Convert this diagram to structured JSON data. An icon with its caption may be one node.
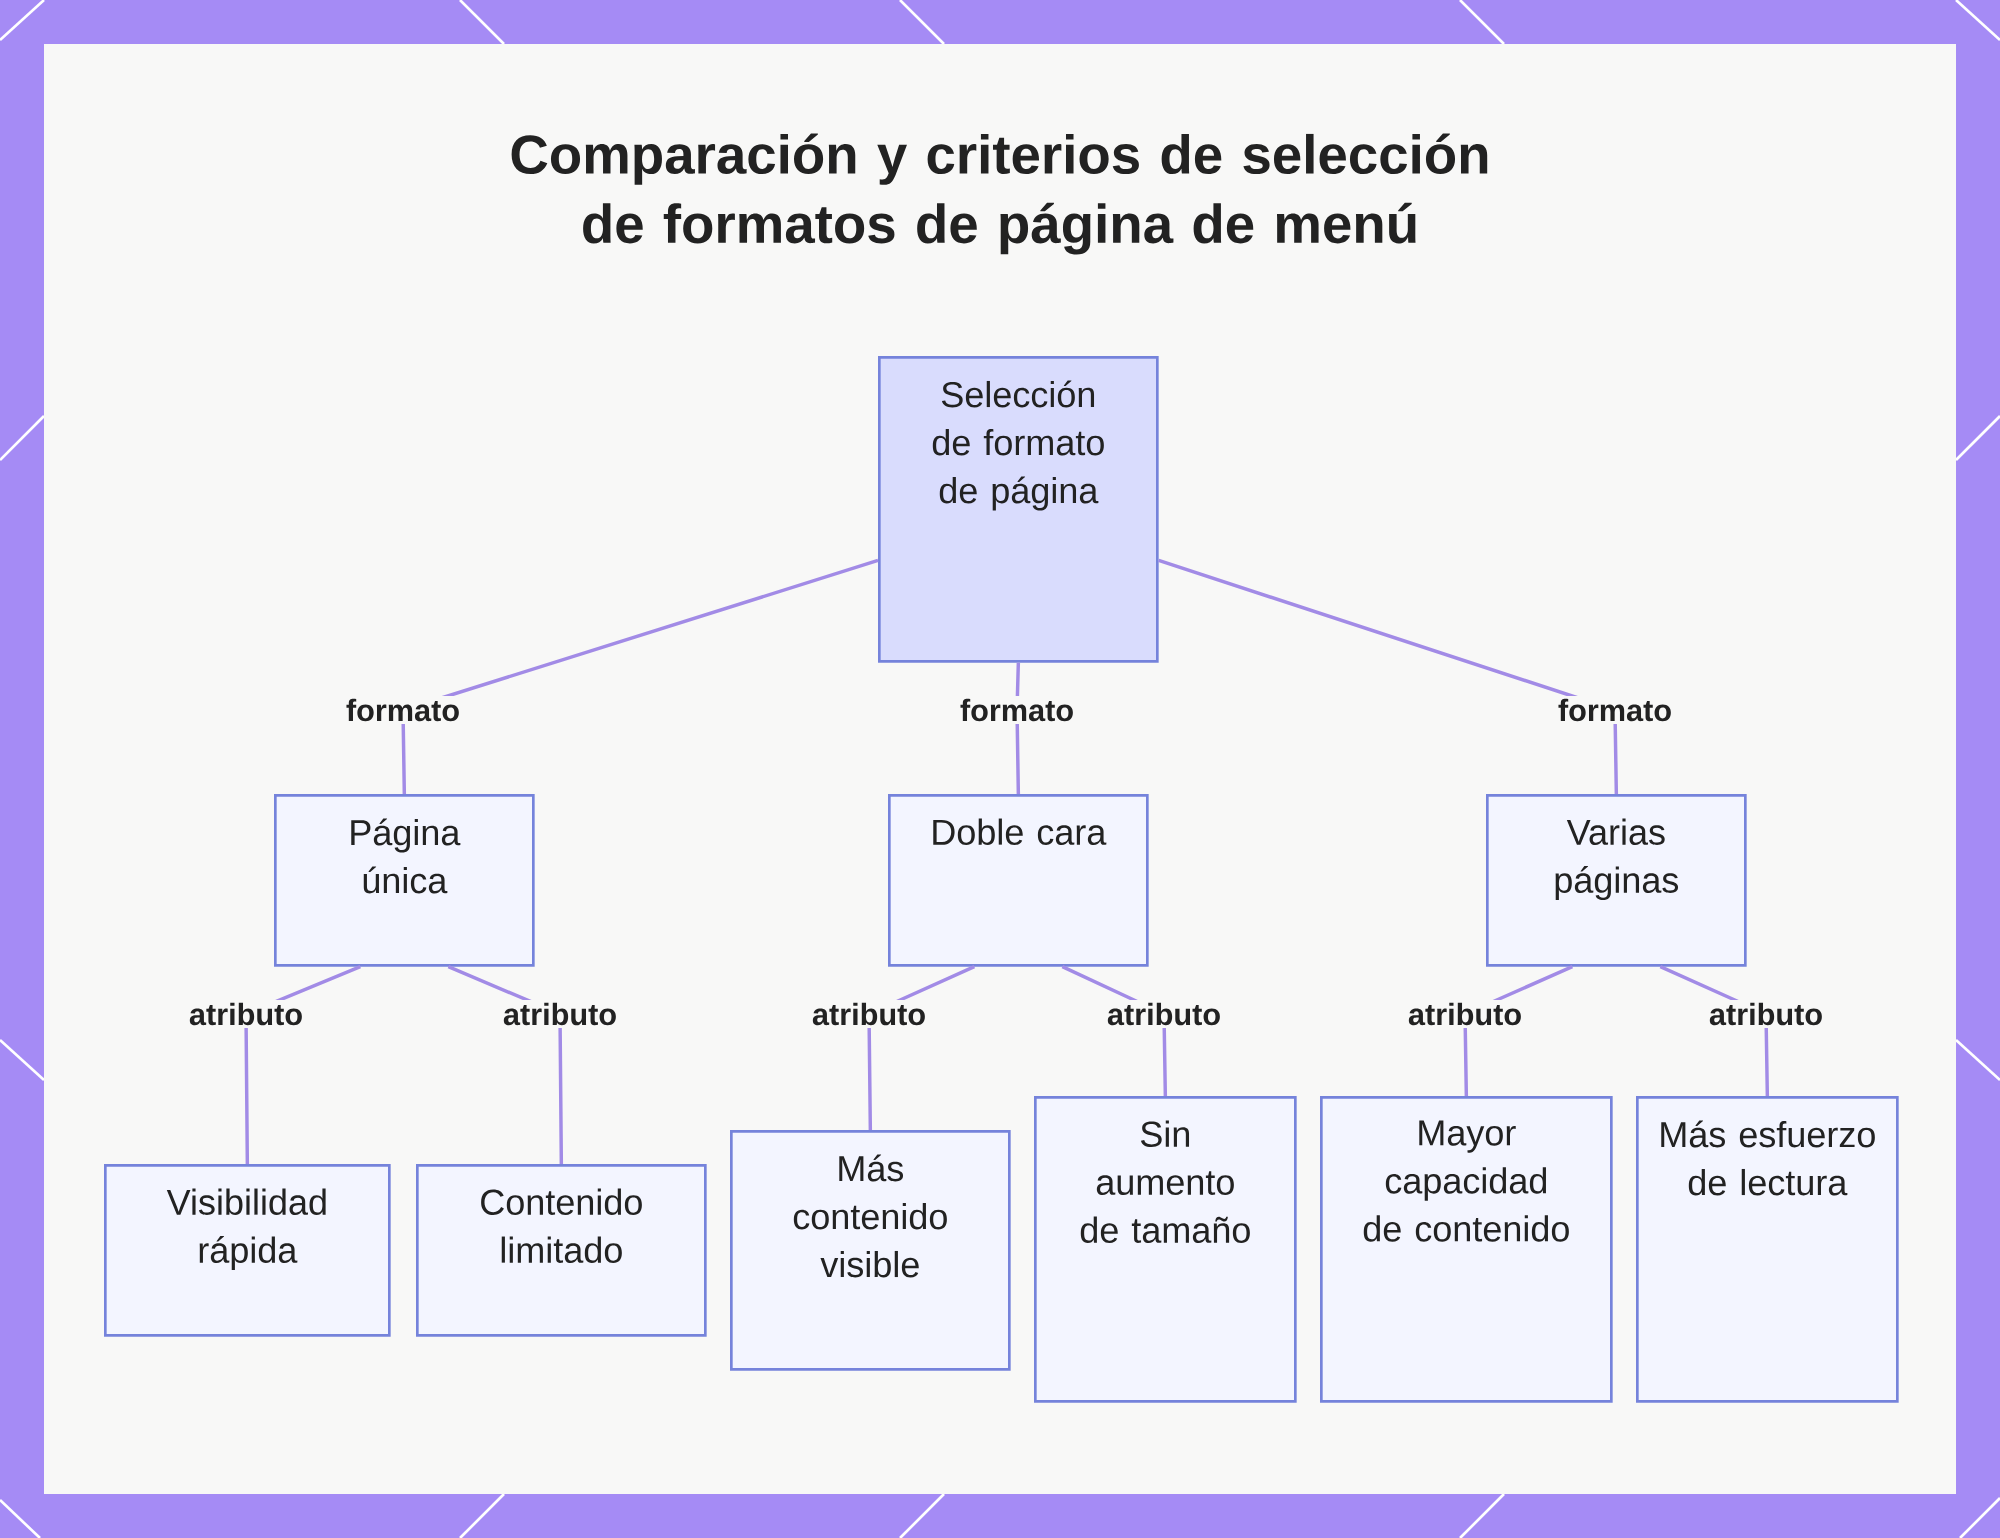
{
  "diagram": {
    "title": "Comparación y criterios de selección de formatos de página de menú",
    "nodes": [
      {
        "text": [
          "Selección de formato de página"
        ]
      },
      {
        "text": [
          "Página única"
        ]
      },
      {
        "text": [
          "Doble cara"
        ]
      },
      {
        "text": [
          "Varias páginas"
        ]
      },
      {
        "text": [
          "Visibilidad rápida"
        ]
      },
      {
        "text": [
          "Contenido limitado"
        ]
      },
      {
        "text": [
          "Más contenido visible"
        ]
      },
      {
        "text": [
          "Sin aumento de tamaño"
        ]
      },
      {
        "text": [
          "Mayor capacidad de contenido"
        ]
      },
      {
        "text": [
          "Más esfuerzo de lectura"
        ]
      }
    ],
    "edges": [
      {
        "from": 0,
        "to": 1,
        "arrow": "none",
        "label": "formato"
      },
      {
        "from": 0,
        "to": 2,
        "arrow": "none",
        "label": "formato"
      },
      {
        "from": 0,
        "to": 3,
        "arrow": "none",
        "label": "formato"
      },
      {
        "from": 1,
        "to": 4,
        "arrow": "none",
        "label": "atributo"
      },
      {
        "from": 1,
        "to": 5,
        "arrow": "none",
        "label": "atributo"
      },
      {
        "from": 2,
        "to": 6,
        "arrow": "none",
        "label": "atributo"
      },
      {
        "from": 2,
        "to": 7,
        "arrow": "none",
        "label": "atributo"
      },
      {
        "from": 3,
        "to": 8,
        "arrow": "none",
        "label": "atributo"
      },
      {
        "from": 3,
        "to": 9,
        "arrow": "none",
        "label": "atributo"
      }
    ]
  }
}
